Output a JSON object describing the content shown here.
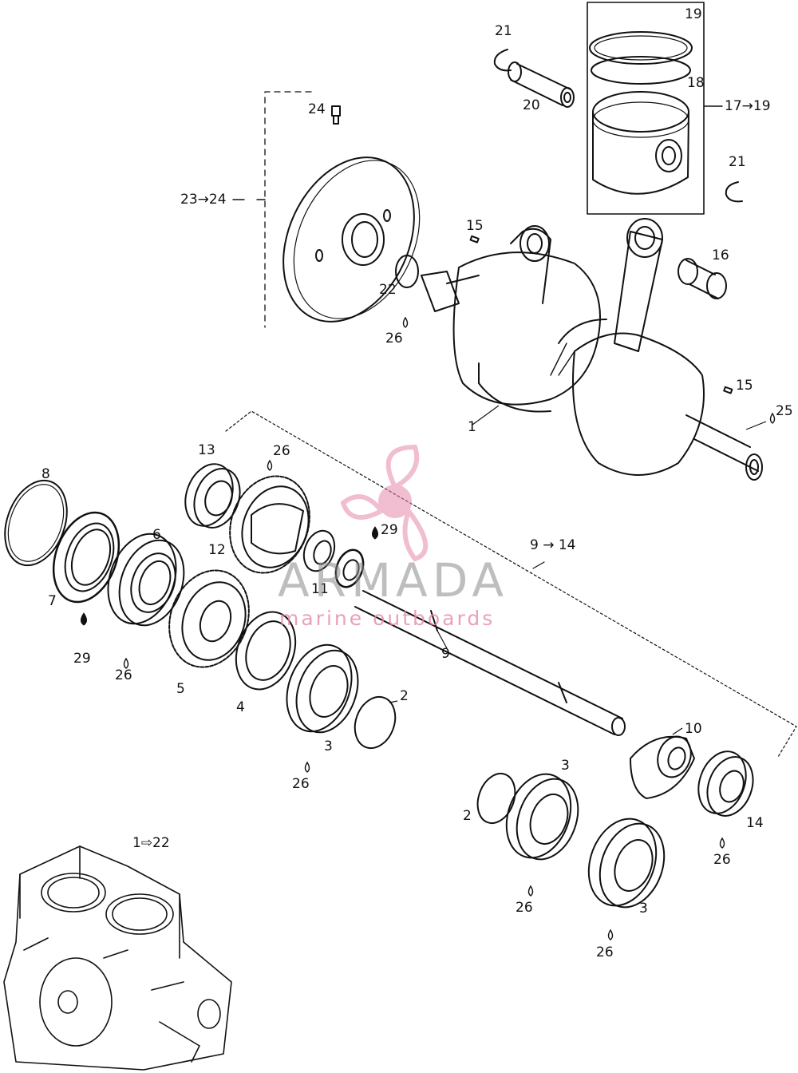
{
  "callouts": [
    {
      "id": "c19",
      "text": "19"
    },
    {
      "id": "c21a",
      "text": "21"
    },
    {
      "id": "c18",
      "text": "18"
    },
    {
      "id": "c20",
      "text": "20"
    },
    {
      "id": "c17_19",
      "text": "17→19"
    },
    {
      "id": "c24",
      "text": "24"
    },
    {
      "id": "c21b",
      "text": "21"
    },
    {
      "id": "c23_24",
      "text": "23→24"
    },
    {
      "id": "c15a",
      "text": "15"
    },
    {
      "id": "c16",
      "text": "16"
    },
    {
      "id": "c22",
      "text": "22"
    },
    {
      "id": "c26a",
      "text": "26"
    },
    {
      "id": "c15b",
      "text": "15"
    },
    {
      "id": "c25",
      "text": "25"
    },
    {
      "id": "c1",
      "text": "1"
    },
    {
      "id": "c13",
      "text": "13"
    },
    {
      "id": "c26b",
      "text": "26"
    },
    {
      "id": "c8",
      "text": "8"
    },
    {
      "id": "c6",
      "text": "6"
    },
    {
      "id": "c12",
      "text": "12"
    },
    {
      "id": "c29a",
      "text": "29"
    },
    {
      "id": "c9_14",
      "text": "9 → 14"
    },
    {
      "id": "c7",
      "text": "7"
    },
    {
      "id": "c11",
      "text": "11"
    },
    {
      "id": "c29b",
      "text": "29"
    },
    {
      "id": "c9",
      "text": "9"
    },
    {
      "id": "c26c",
      "text": "26"
    },
    {
      "id": "c5",
      "text": "5"
    },
    {
      "id": "c2a",
      "text": "2"
    },
    {
      "id": "c4",
      "text": "4"
    },
    {
      "id": "c3a",
      "text": "3"
    },
    {
      "id": "c10",
      "text": "10"
    },
    {
      "id": "c26d",
      "text": "26"
    },
    {
      "id": "c3b",
      "text": "3"
    },
    {
      "id": "c2b",
      "text": "2"
    },
    {
      "id": "c14",
      "text": "14"
    },
    {
      "id": "c1_22",
      "text": "1⇨22"
    },
    {
      "id": "c26e",
      "text": "26"
    },
    {
      "id": "c26f",
      "text": "26"
    },
    {
      "id": "c3c",
      "text": "3"
    },
    {
      "id": "c26g",
      "text": "26"
    }
  ],
  "watermark": {
    "brand": "ARMADA",
    "tagline": "marine outboards",
    "colors": {
      "brand": "#8a8a8a",
      "accent": "#e48aaa"
    }
  }
}
